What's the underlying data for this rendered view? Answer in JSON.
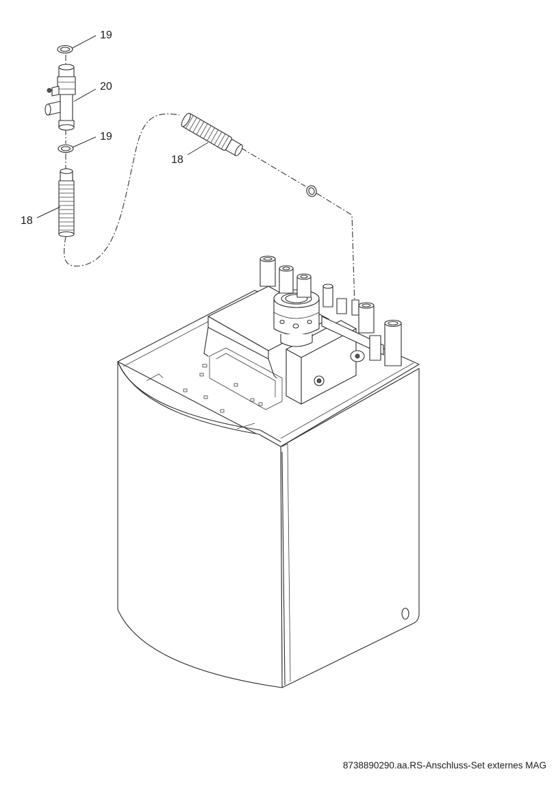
{
  "diagram": {
    "callouts": {
      "seal_top": "19",
      "valve": "20",
      "seal_mid": "19",
      "hose_left": "18",
      "hose_right": "18"
    },
    "caption": "8738890290.aa.RS-Anschluss-Set externes MAG"
  }
}
